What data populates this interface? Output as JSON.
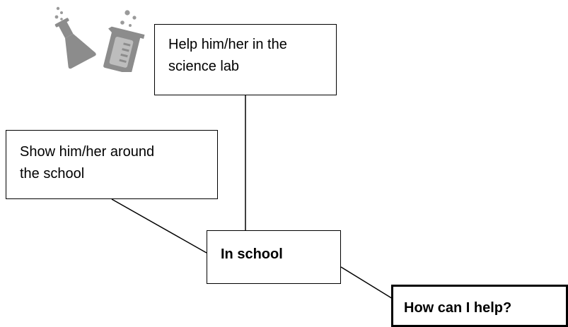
{
  "diagram": {
    "nodes": {
      "science_lab": {
        "lines": [
          "Help him/her in the",
          "science lab"
        ]
      },
      "show_around": {
        "lines": [
          "Show him/her around",
          "the school"
        ]
      },
      "in_school": {
        "lines": [
          "In school"
        ]
      },
      "how_can_i_help": {
        "lines": [
          "How can I help?"
        ]
      }
    },
    "edges": [
      {
        "from": "science_lab",
        "to": "in_school"
      },
      {
        "from": "show_around",
        "to": "in_school"
      },
      {
        "from": "in_school",
        "to": "how_can_i_help"
      }
    ],
    "icon": "science-flask-beaker-icon",
    "colors": {
      "icon": "#8c8c8c",
      "border": "#000000",
      "background": "#ffffff"
    }
  }
}
